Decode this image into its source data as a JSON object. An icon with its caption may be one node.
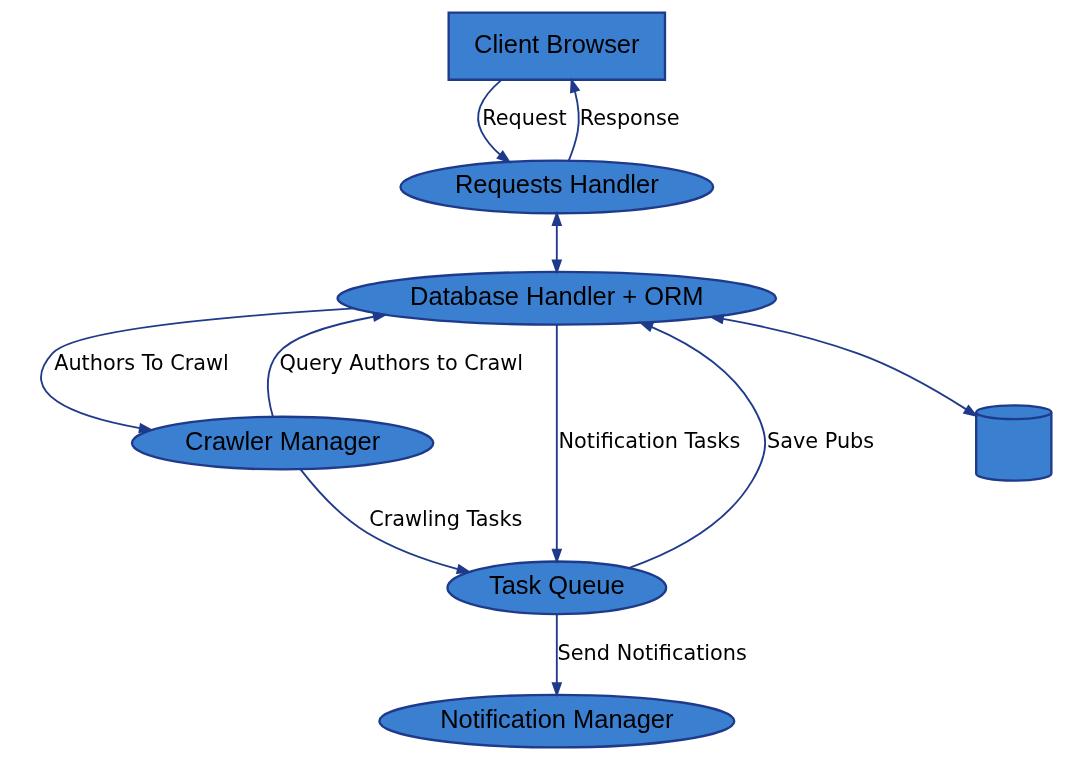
{
  "diagram": {
    "nodes": [
      {
        "text": [
          "Client Browser"
        ]
      },
      {
        "text": [
          "Crawler Manager"
        ]
      },
      {
        "text": [
          "Requests Handler"
        ]
      },
      {
        "text": [
          "Notification Manager"
        ]
      },
      {
        "text": [
          "Task Queue"
        ]
      },
      {
        "text": [
          "Database Handler + ORM"
        ]
      },
      {
        "text": [],
        "shape": "cylinder"
      }
    ],
    "edges": [
      {
        "from": 2,
        "to": 0,
        "arrow": "to",
        "label": "Response"
      },
      {
        "from": 0,
        "to": 2,
        "arrow": "to",
        "label": "Request"
      },
      {
        "from": 5,
        "to": 1,
        "arrow": "to",
        "label": "Authors To Crawl"
      },
      {
        "from": 1,
        "to": 5,
        "arrow": "to",
        "label": "Query Authors to Crawl"
      },
      {
        "from": 1,
        "to": 4,
        "arrow": "to",
        "label": "Crawling Tasks"
      },
      {
        "from": 4,
        "to": 3,
        "arrow": "to",
        "label": "Send Notifications"
      },
      {
        "from": 2,
        "to": 5,
        "arrow": "both"
      },
      {
        "from": 5,
        "to": 4,
        "arrow": "to",
        "label": "Notification Tasks"
      },
      {
        "from": 4,
        "to": 5,
        "arrow": "to",
        "label": "Save Pubs"
      },
      {
        "from": 5,
        "to": 6,
        "arrow": "both"
      }
    ]
  }
}
